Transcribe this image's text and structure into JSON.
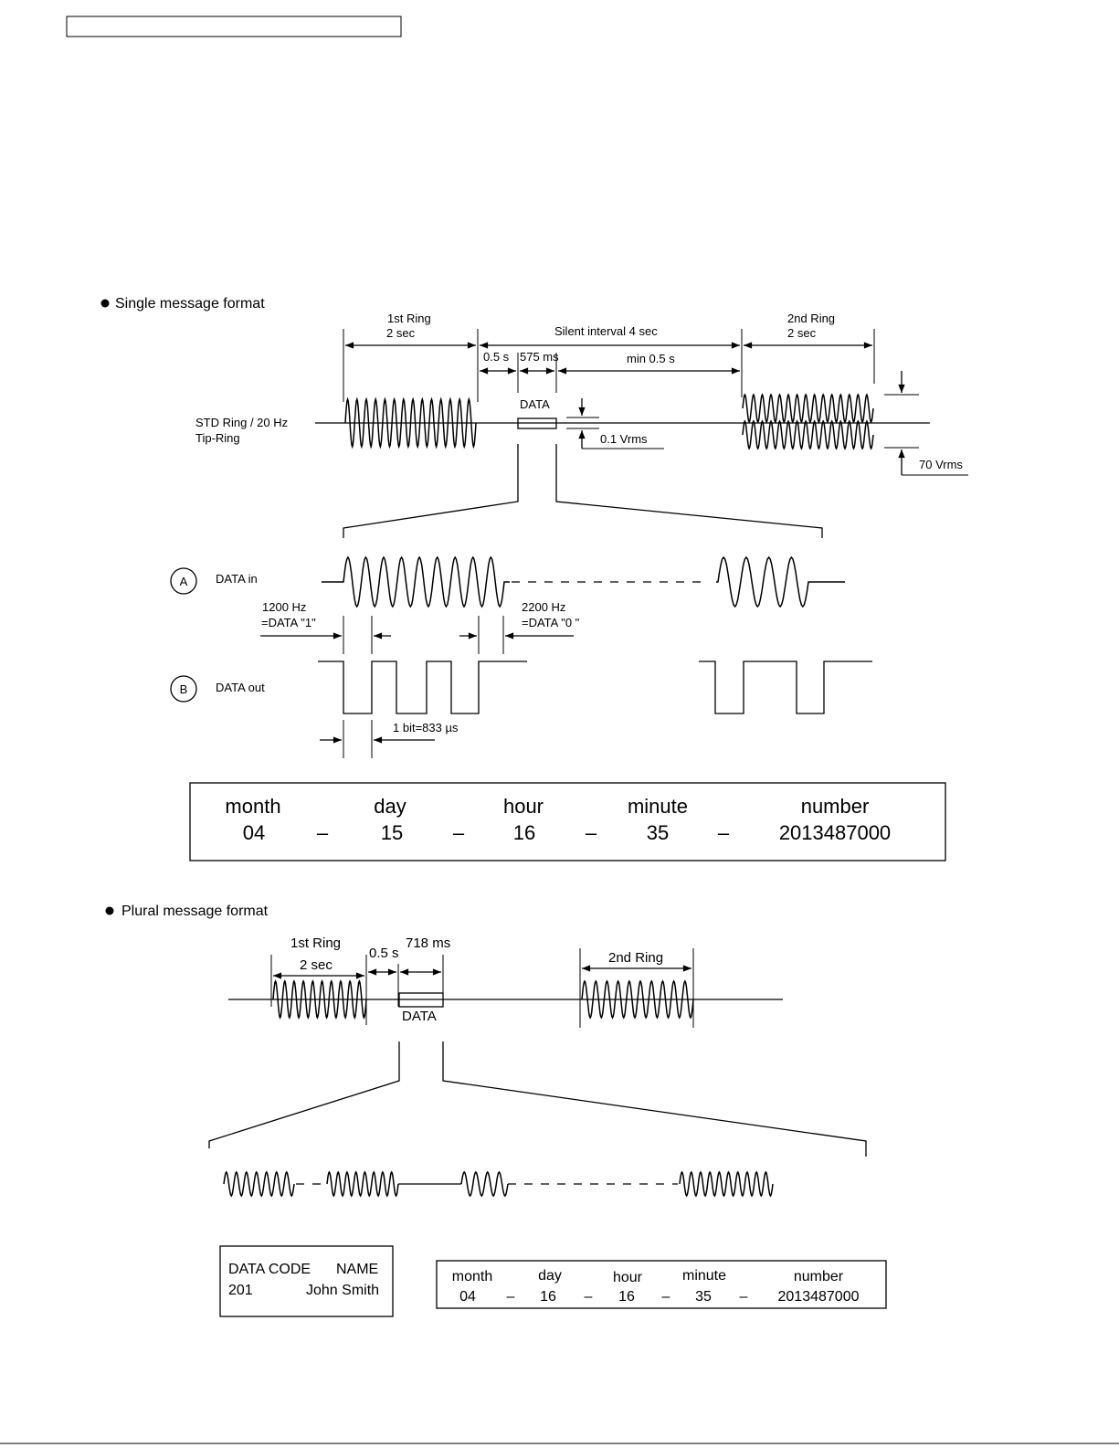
{
  "header_box": "",
  "single": {
    "heading": "Single message format",
    "ring1": "1st Ring",
    "ring1_dur": "2 sec",
    "silent": "Silent interval 4 sec",
    "ring2": "2nd Ring",
    "ring2_dur": "2 sec",
    "t1": "0.5 s",
    "t2": "575 ms",
    "t3": "min 0.5 s",
    "data": "DATA",
    "std_ring": "STD Ring / 20 Hz",
    "tip_ring": "Tip-Ring",
    "v01": "0.1 Vrms",
    "v70": "70 Vrms",
    "a_mark": "A",
    "a_label": "DATA in",
    "b_mark": "B",
    "b_label": "DATA out",
    "f1200": "1200 Hz",
    "f1200_data": "=DATA \"1\"",
    "f2200": "2200 Hz",
    "f2200_data": "=DATA \"0 \"",
    "bit": "1 bit=833 µs",
    "table": {
      "headers": [
        "month",
        "day",
        "hour",
        "minute",
        "number"
      ],
      "values": [
        "04",
        "15",
        "16",
        "35",
        "2013487000"
      ],
      "sep": "–"
    }
  },
  "plural": {
    "heading": "Plural message format",
    "ring1": "1st Ring",
    "ring1_dur": "2 sec",
    "t1": "0.5 s",
    "t2": "718 ms",
    "ring2": "2nd Ring",
    "data": "DATA",
    "code_box": {
      "h1": "DATA CODE",
      "h2": "NAME",
      "v1": "201",
      "v2": "John Smith"
    },
    "table": {
      "headers": [
        "month",
        "day",
        "hour",
        "minute",
        "number"
      ],
      "values": [
        "04",
        "16",
        "16",
        "35",
        "2013487000"
      ],
      "sep": "–"
    }
  }
}
